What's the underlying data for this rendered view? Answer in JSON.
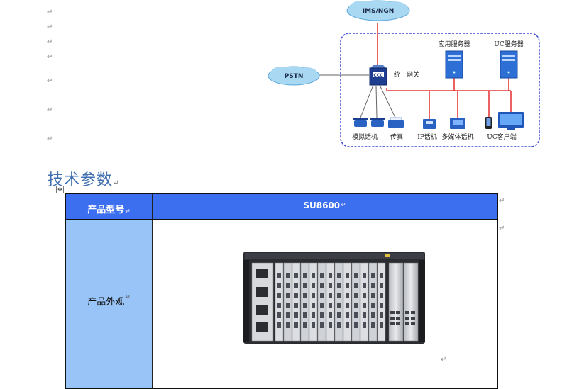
{
  "paragraph_mark": "↵",
  "diagram": {
    "clouds": {
      "top": "IMS/NGN",
      "left": "PSTN"
    },
    "gateway_label": "统一网关",
    "servers": [
      "应用服务器",
      "UC服务器"
    ],
    "devices": [
      "模拟话机",
      "传真",
      "IP话机",
      "多媒体话机",
      "UC客户端"
    ]
  },
  "section": {
    "title": "技术参数"
  },
  "table": {
    "header": {
      "label": "产品型号",
      "value": "SU8600"
    },
    "rows": [
      {
        "label": "产品外观"
      }
    ]
  },
  "colors": {
    "header_bg": "#3c6ff0",
    "label_bg": "#99c4f7",
    "heading": "#3f6fb0",
    "link_red": "#e53b3b"
  }
}
